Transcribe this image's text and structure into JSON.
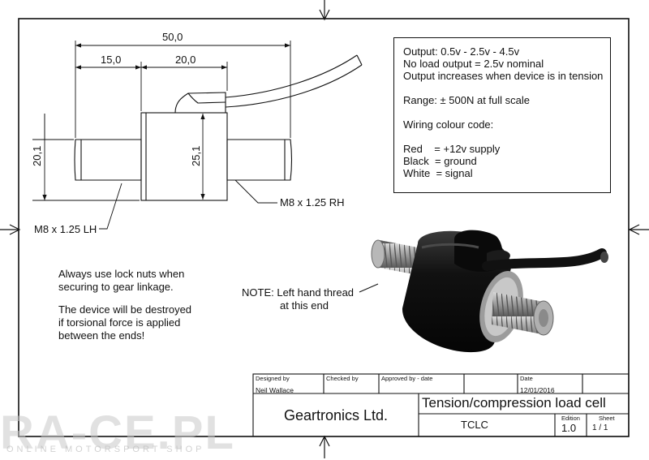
{
  "dimensions": {
    "total_length": "50,0",
    "left_shaft_length": "15,0",
    "body_length": "20,0",
    "body_diameter": "25,1",
    "shaft_span": "20,1"
  },
  "callouts": {
    "right_thread": "M8 x 1.25 RH",
    "left_thread": "M8 x 1.25 LH",
    "note_line1": "NOTE: Left hand thread",
    "note_line2": "at this end"
  },
  "spec_box": {
    "lines": [
      "Output: 0.5v - 2.5v - 4.5v",
      "No load output = 2.5v nominal",
      "Output increases when device is in tension",
      "",
      "Range: ± 500N at full scale",
      "",
      "Wiring colour code:",
      "",
      "Red    = +12v supply",
      "Black  = ground",
      "White  = signal"
    ]
  },
  "warnings": {
    "line1": "Always use lock nuts when",
    "line2": "securing to gear linkage.",
    "line3": "The device will be destroyed",
    "line4": "if torsional force is applied",
    "line5": "between the ends!"
  },
  "title_block": {
    "designed_by_label": "Designed by",
    "checked_by_label": "Checked by",
    "approved_label": "Approved by - date",
    "date_label": "Date",
    "designer": "Neil Wallace",
    "date": "12/01/2016",
    "company": "Geartronics Ltd.",
    "title": "Tension/compression load cell",
    "part_number": "TCLC",
    "edition_label": "Edition",
    "edition": "1.0",
    "sheet_label": "Sheet",
    "sheet": "1  /  1"
  },
  "watermark": {
    "brand": "RA-CE.PL",
    "tagline": "ONLINE MOTORSPORT SHOP"
  }
}
